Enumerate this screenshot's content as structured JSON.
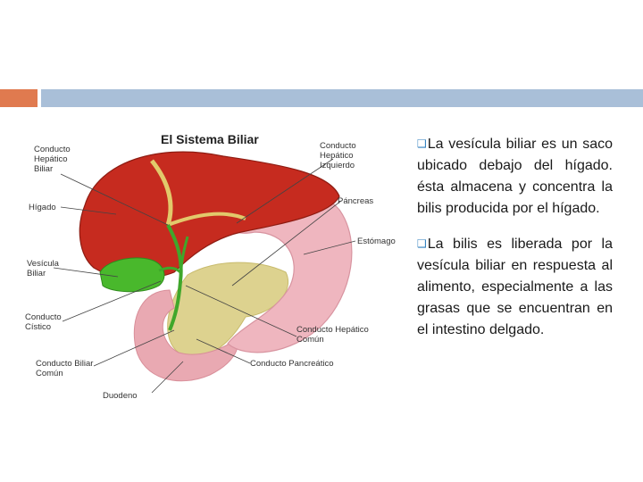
{
  "diagram": {
    "title": "El Sistema Biliar",
    "labels": {
      "conducto_hepatico_biliar": "Conducto\nHepático\nBiliar",
      "higado": "Hígado",
      "vesicula_biliar": "Vesícula\nBiliar",
      "conducto_cistico": "Conducto\nCístico",
      "conducto_biliar_comun": "Conducto Biliar\nComún",
      "duodeno": "Duodeno",
      "conducto_hepatico_izquierdo": "Conducto\nHepático\nIzquierdo",
      "pancreas": "Páncreas",
      "estomago": "Estómago",
      "conducto_hepatico_comun": "Conducto Hepático\nComún",
      "conducto_pancreatico": "Conducto Pancreático"
    }
  },
  "bullets": {
    "icon": "checkbox-bullet-icon",
    "color": "#2f7fbe",
    "glyph": "❑"
  },
  "text": {
    "paragraph_1": "La vesícula biliar es un saco ubicado debajo del hígado. ésta almacena y concentra la bilis producida por el hígado.",
    "paragraph_2": "La bilis es liberada por la vesícula biliar en respuesta al alimento, especialmente a las grasas que se encuentran en el intestino delgado."
  },
  "colors": {
    "accent_orange": "#e07a4f",
    "accent_blue": "#a9bfd8",
    "liver": "#c62b1f",
    "gallbladder": "#49b82c",
    "stomach": "#efb6bf",
    "pancreas": "#ddd28f"
  }
}
